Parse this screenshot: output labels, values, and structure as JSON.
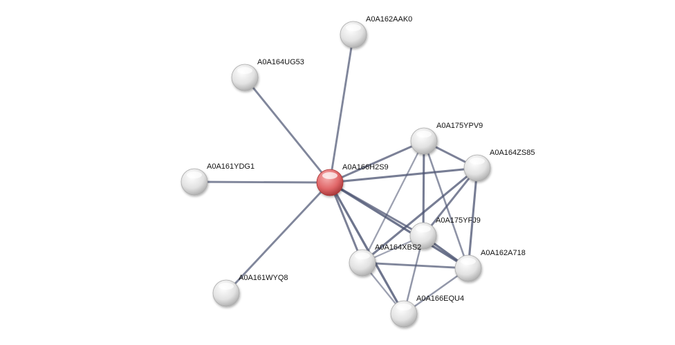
{
  "network": {
    "query_node": "A0A166H2S9",
    "colors": {
      "query": "#d9585a",
      "node": "#e4e4e4",
      "edge": "#4a5270"
    },
    "nodes": [
      {
        "id": "A0A166H2S9",
        "label": "A0A166H2S9",
        "query": true
      },
      {
        "id": "A0A162AAK0",
        "label": "A0A162AAK0"
      },
      {
        "id": "A0A164UG53",
        "label": "A0A164UG53"
      },
      {
        "id": "A0A161YDG1",
        "label": "A0A161YDG1"
      },
      {
        "id": "A0A161WYQ8",
        "label": "A0A161WYQ8"
      },
      {
        "id": "A0A175YPV9",
        "label": "A0A175YPV9"
      },
      {
        "id": "A0A164ZS85",
        "label": "A0A164ZS85"
      },
      {
        "id": "A0A175YFJ9",
        "label": "A0A175YFJ9"
      },
      {
        "id": "A0A164XBS2",
        "label": "A0A164XBS2"
      },
      {
        "id": "A0A162A718",
        "label": "A0A162A718"
      },
      {
        "id": "A0A166EQU4",
        "label": "A0A166EQU4"
      }
    ],
    "edges": [
      [
        "A0A166H2S9",
        "A0A162AAK0",
        0.7
      ],
      [
        "A0A166H2S9",
        "A0A164UG53",
        0.7
      ],
      [
        "A0A166H2S9",
        "A0A161YDG1",
        0.7
      ],
      [
        "A0A166H2S9",
        "A0A161WYQ8",
        0.7
      ],
      [
        "A0A166H2S9",
        "A0A175YPV9",
        0.75
      ],
      [
        "A0A166H2S9",
        "A0A164ZS85",
        0.8
      ],
      [
        "A0A166H2S9",
        "A0A175YFJ9",
        0.75
      ],
      [
        "A0A166H2S9",
        "A0A162A718",
        0.9
      ],
      [
        "A0A166H2S9",
        "A0A164XBS2",
        0.75
      ],
      [
        "A0A166H2S9",
        "A0A166EQU4",
        0.9
      ],
      [
        "A0A175YPV9",
        "A0A164ZS85",
        0.75
      ],
      [
        "A0A175YPV9",
        "A0A175YFJ9",
        0.8
      ],
      [
        "A0A175YPV9",
        "A0A164XBS2",
        0.4
      ],
      [
        "A0A175YPV9",
        "A0A162A718",
        0.55
      ],
      [
        "A0A164ZS85",
        "A0A164XBS2",
        0.8
      ],
      [
        "A0A164ZS85",
        "A0A175YFJ9",
        0.75
      ],
      [
        "A0A164ZS85",
        "A0A162A718",
        0.8
      ],
      [
        "A0A175YFJ9",
        "A0A162A718",
        0.9
      ],
      [
        "A0A175YFJ9",
        "A0A164XBS2",
        0.35
      ],
      [
        "A0A175YFJ9",
        "A0A166EQU4",
        0.5
      ],
      [
        "A0A164XBS2",
        "A0A162A718",
        0.7
      ],
      [
        "A0A164XBS2",
        "A0A166EQU4",
        0.4
      ],
      [
        "A0A162A718",
        "A0A166EQU4",
        0.5
      ]
    ]
  }
}
